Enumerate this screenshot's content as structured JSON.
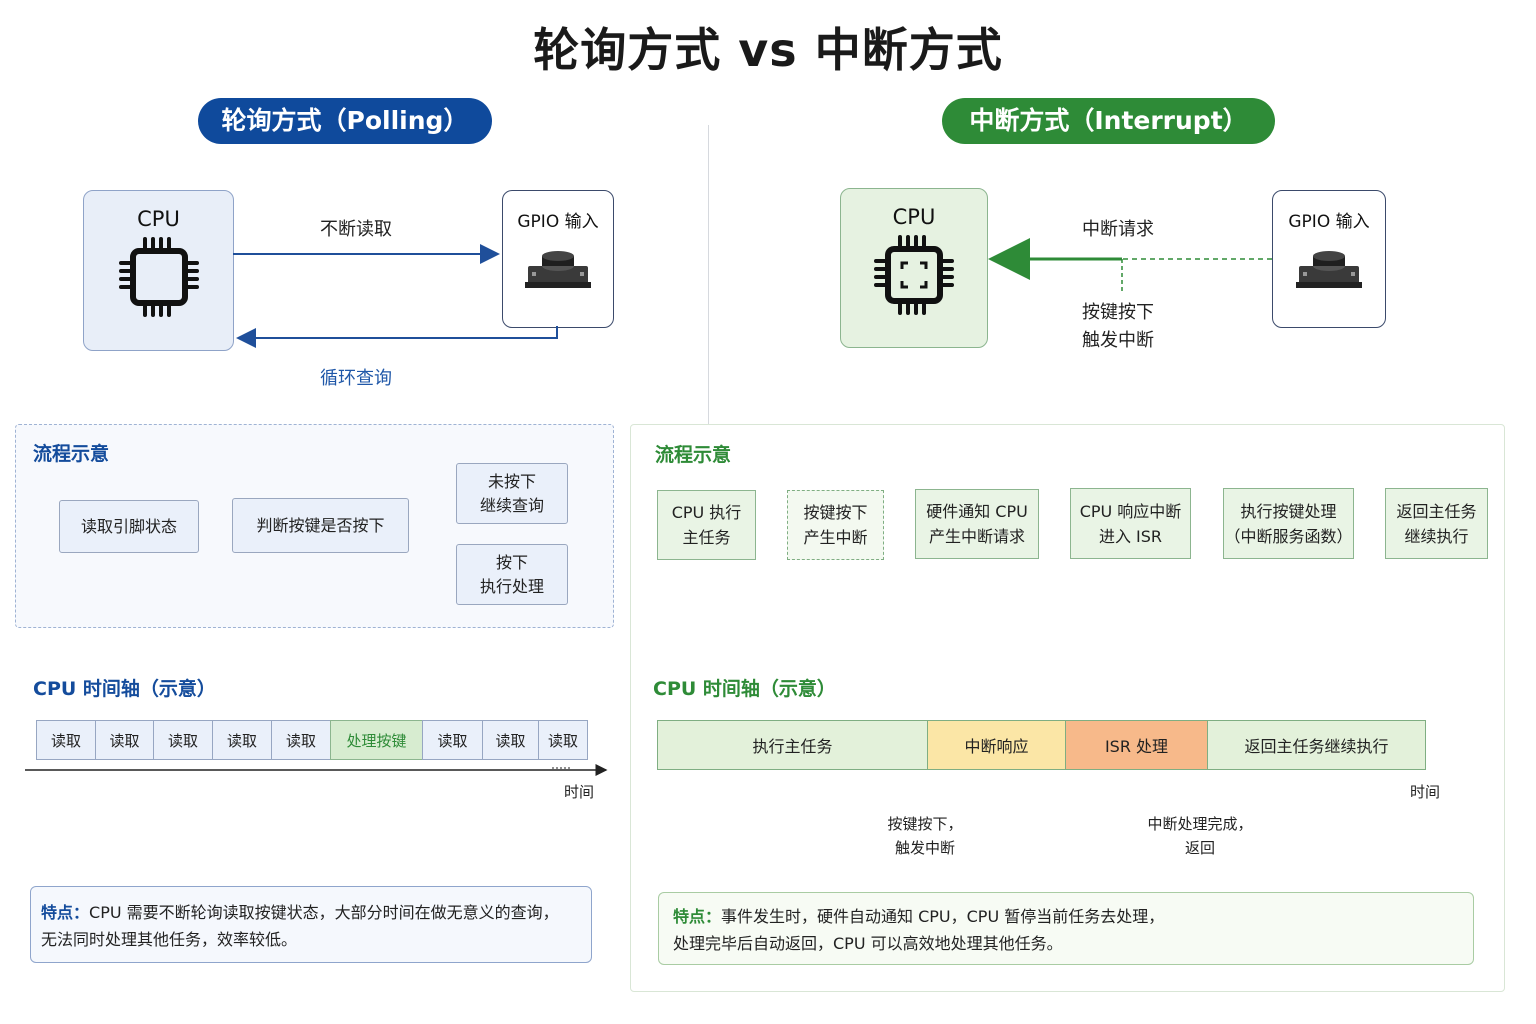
{
  "title": "轮询方式 vs 中断方式",
  "polling": {
    "header": "轮询方式（Polling）",
    "cpu_label": "CPU",
    "gpio_label": "GPIO 输入",
    "arrow_top_label": "不断读取",
    "arrow_bottom_label": "循环查询",
    "flow_title": "流程示意",
    "flow": {
      "step1": "读取引脚状态",
      "step2": "判断按键是否按下",
      "branch_no": [
        "未按下",
        "继续查询"
      ],
      "branch_yes": [
        "按下",
        "执行处理"
      ]
    },
    "timeline_title": "CPU 时间轴（示意）",
    "timeline": [
      "读取",
      "读取",
      "读取",
      "读取",
      "读取",
      "处理按键",
      "读取",
      "读取",
      "读取"
    ],
    "time_label": "时间",
    "note_key": "特点：",
    "note_lines": [
      "CPU 需要不断轮询读取按键状态，大部分时间在做无意义的查询，",
      "无法同时处理其他任务，效率较低。"
    ]
  },
  "interrupt": {
    "header": "中断方式（Interrupt）",
    "cpu_label": "CPU",
    "gpio_label": "GPIO 输入",
    "arrow_label": "中断请求",
    "trigger_lines": [
      "按键按下",
      "触发中断"
    ],
    "flow_title": "流程示意",
    "flow": [
      [
        "CPU 执行",
        "主任务"
      ],
      [
        "按键按下",
        "产生中断"
      ],
      [
        "硬件通知 CPU",
        "产生中断请求"
      ],
      [
        "CPU 响应中断",
        "进入 ISR"
      ],
      [
        "执行按键处理",
        "（中断服务函数）"
      ],
      [
        "返回主任务",
        "继续执行"
      ]
    ],
    "timeline_title": "CPU 时间轴（示意）",
    "timeline": [
      {
        "label": "执行主任务",
        "color": "#e3f1da"
      },
      {
        "label": "中断响应",
        "color": "#fbe6a6"
      },
      {
        "label": "ISR 处理",
        "color": "#f7b98a"
      },
      {
        "label": "返回主任务继续执行",
        "color": "#e3f1da"
      }
    ],
    "time_label": "时间",
    "marker1": [
      "按键按下，",
      "触发中断"
    ],
    "marker2": [
      "中断处理完成，",
      "返回"
    ],
    "note_key": "特点：",
    "note_lines": [
      "事件发生时，硬件自动通知 CPU，CPU 暂停当前任务去处理，",
      "处理完毕后自动返回，CPU 可以高效地处理其他任务。"
    ]
  },
  "colors": {
    "polling_blue": "#0f4a9c",
    "interrupt_green": "#2e8b37"
  }
}
